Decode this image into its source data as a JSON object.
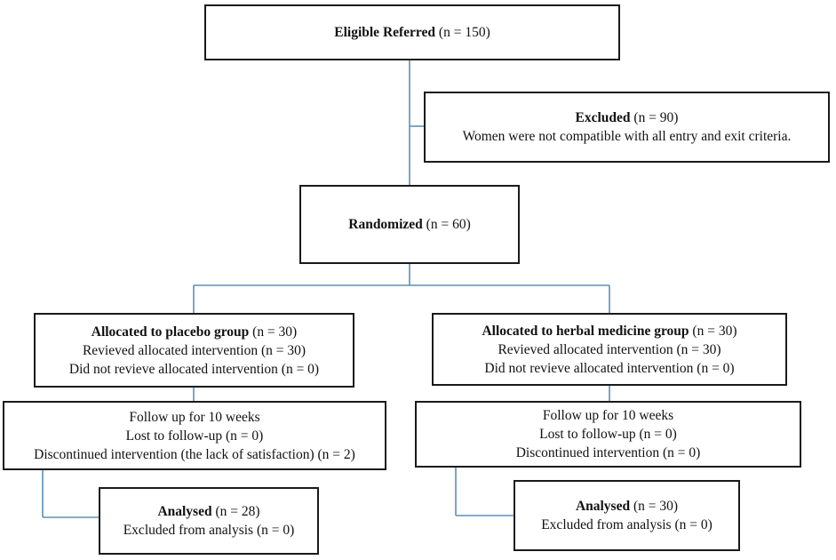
{
  "eligible": {
    "bold": "Eligible Referred",
    "rest": " (n = 150)"
  },
  "excluded": {
    "bold": "Excluded",
    "rest": " (n = 90)",
    "detail": "Women were not compatible with all entry and exit criteria."
  },
  "randomized": {
    "bold": "Randomized",
    "rest": " (n = 60)"
  },
  "placebo": {
    "allocation": {
      "bold": "Allocated to placebo group",
      "rest": " (n = 30)",
      "received": "Revieved allocated intervention (n = 30)",
      "not_received": "Did not revieve  allocated intervention (n = 0)"
    },
    "followup": {
      "title": "Follow up for 10 weeks",
      "lost": "Lost to follow-up (n = 0)",
      "discontinued": "Discontinued intervention (the lack of satisfaction) (n = 2)"
    },
    "analysis": {
      "bold": "Analysed",
      "rest": " (n = 28)",
      "excluded": "Excluded  from analysis (n = 0)"
    }
  },
  "herbal": {
    "allocation": {
      "bold": "Allocated to herbal medicine group",
      "rest": " (n = 30)",
      "received": "Revieved allocated  intervention (n = 30)",
      "not_received": "Did not revieve  allocated intervention (n = 0)"
    },
    "followup": {
      "title": "Follow up for 10 weeks",
      "lost": "Lost to follow-up (n = 0)",
      "discontinued": "Discontinued intervention (n = 0)"
    },
    "analysis": {
      "bold": "Analysed",
      "rest": " (n = 30)",
      "excluded": "Excluded  from analysis (n = 0)"
    }
  },
  "colors": {
    "border": "#1a1a1a",
    "connector": "#5b8fb9"
  }
}
